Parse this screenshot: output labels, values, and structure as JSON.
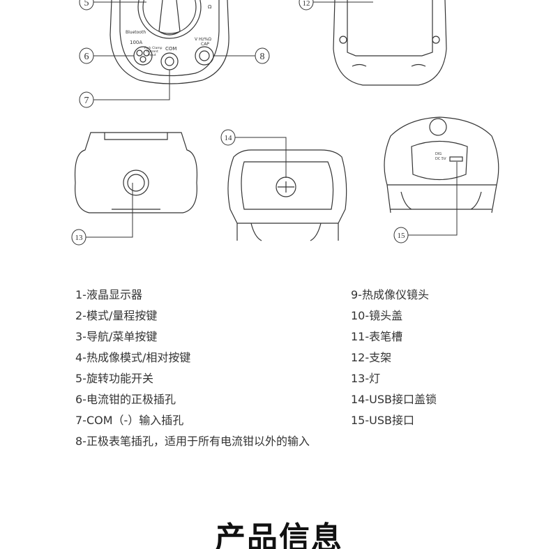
{
  "callouts": [
    "5",
    "12",
    "6",
    "8",
    "7",
    "13",
    "14",
    "15"
  ],
  "panel_labels": {
    "bluetooth": "Bluetooth",
    "amps": "100A",
    "fork": "Fork Clamp",
    "current": "Current",
    "input": "Input",
    "com": "COM",
    "v": "V Hz%Ω",
    "cap": "CAP",
    "ohm": "Ω",
    "usb_dig": "DIG",
    "usb_dc": "DC 5V"
  },
  "parts_left": [
    "1-液晶显示器",
    "2-模式/量程按键",
    "3-导航/菜单按键",
    "4-热成像模式/相对按键",
    "5-旋转功能开关",
    "6-电流钳的正极插孔",
    "7-COM（-）输入插孔",
    "8-正极表笔插孔，适用于所有电流钳以外的输入"
  ],
  "parts_right": [
    "9-热成像仪镜头",
    "10-镜头盖",
    "11-表笔槽",
    "12-支架",
    "13-灯",
    "14-USB接口盖锁",
    "15-USB接口"
  ],
  "section_title": "产品信息"
}
